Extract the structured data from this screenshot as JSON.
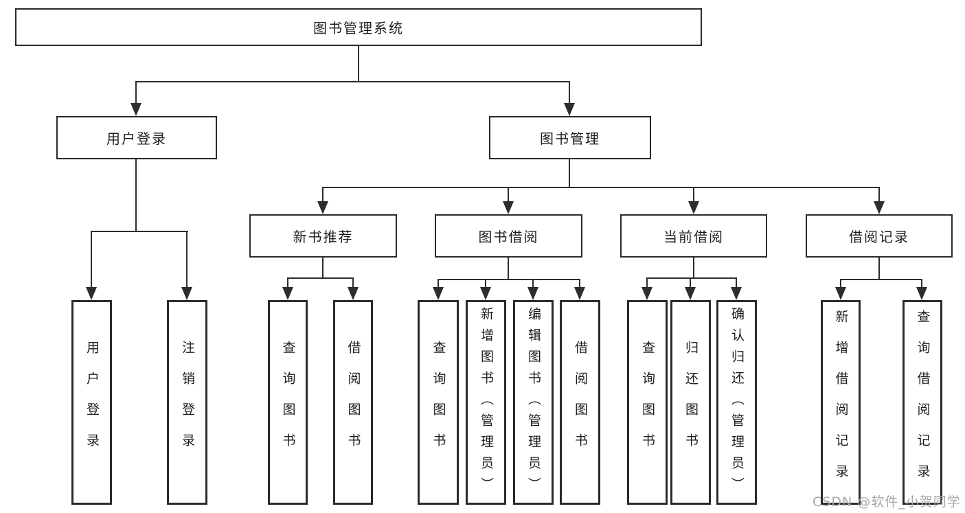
{
  "diagram_title": "图书管理系统",
  "nodes": {
    "root": {
      "label": "图书管理系统"
    },
    "user_login": {
      "label": "用户登录"
    },
    "book_mgmt": {
      "label": "图书管理"
    },
    "new_book_rec": {
      "label": "新书推荐"
    },
    "book_borrow": {
      "label": "图书借阅"
    },
    "current_borrow": {
      "label": "当前借阅"
    },
    "borrow_records": {
      "label": "借阅记录"
    },
    "leaves": [
      {
        "label": "用户登录"
      },
      {
        "label": "注销登录"
      },
      {
        "label": "查询图书"
      },
      {
        "label": "借阅图书"
      },
      {
        "label": "查询图书"
      },
      {
        "label": "新增图书（管理员）"
      },
      {
        "label": "编辑图书（管理员）"
      },
      {
        "label": "借阅图书"
      },
      {
        "label": "查询图书"
      },
      {
        "label": "归还图书"
      },
      {
        "label": "确认归还（管理员）"
      },
      {
        "label": "新增借阅记录"
      },
      {
        "label": "查询借阅记录"
      }
    ]
  },
  "watermark": {
    "text": "CSDN @软件_小贺同学"
  },
  "colors": {
    "line": "#2d2d2d",
    "border": "#2a2a2a",
    "text": "#1d1d1d",
    "watermark": "#a8a8a8"
  }
}
